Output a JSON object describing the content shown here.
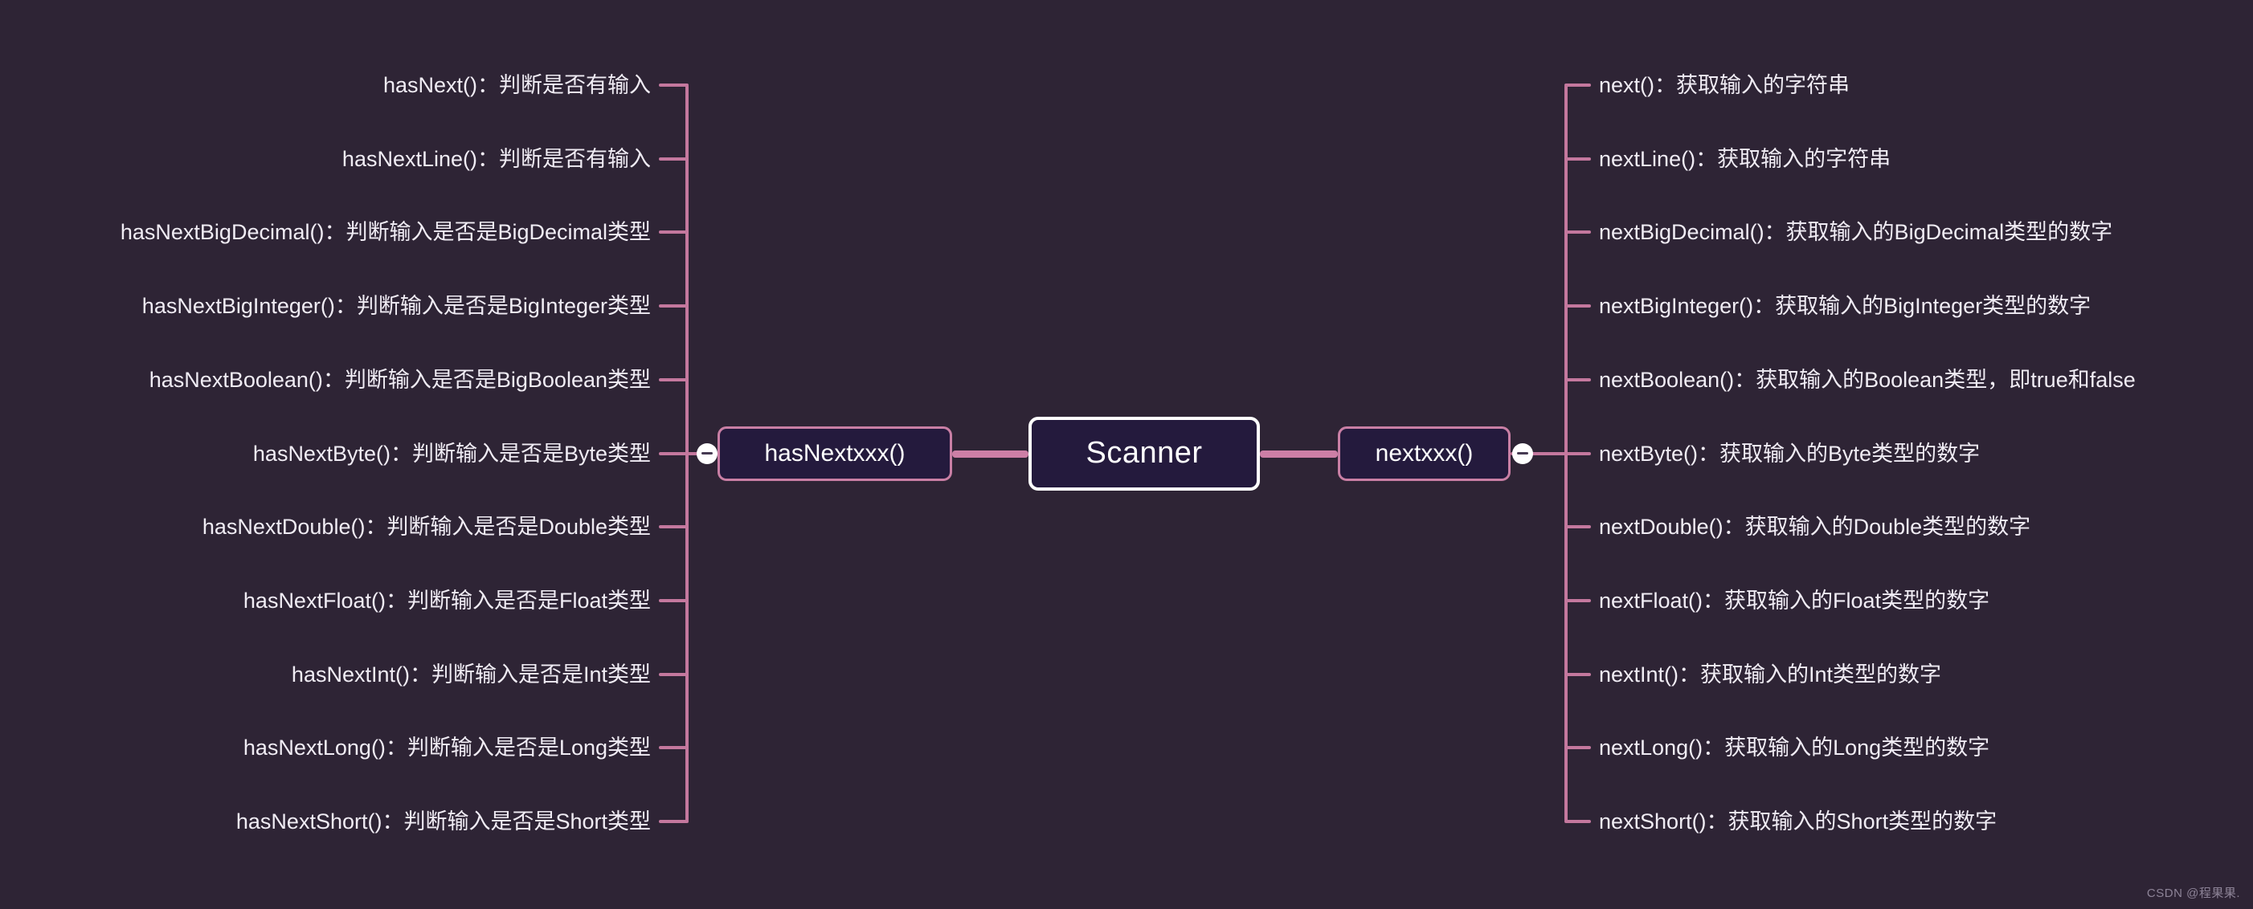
{
  "canvas": {
    "background": "#2e2435",
    "connector_color": "#c4789e",
    "node_fill": "#241a3d",
    "root_border": "#ffffff",
    "branch_border": "#c97fa5",
    "text_color": "#f2eef5"
  },
  "root": {
    "label": "Scanner"
  },
  "branches": {
    "left": {
      "label": "hasNextxxx()",
      "toggle_icon": "collapse-minus-icon",
      "leaves": [
        {
          "label": "hasNext()：判断是否有输入"
        },
        {
          "label": "hasNextLine()：判断是否有输入"
        },
        {
          "label": "hasNextBigDecimal()：判断输入是否是BigDecimal类型"
        },
        {
          "label": "hasNextBigInteger()：判断输入是否是BigInteger类型"
        },
        {
          "label": "hasNextBoolean()：判断输入是否是BigBoolean类型"
        },
        {
          "label": "hasNextByte()：判断输入是否是Byte类型"
        },
        {
          "label": "hasNextDouble()：判断输入是否是Double类型"
        },
        {
          "label": "hasNextFloat()：判断输入是否是Float类型"
        },
        {
          "label": "hasNextInt()：判断输入是否是Int类型"
        },
        {
          "label": "hasNextLong()：判断输入是否是Long类型"
        },
        {
          "label": "hasNextShort()：判断输入是否是Short类型"
        }
      ]
    },
    "right": {
      "label": "nextxxx()",
      "toggle_icon": "collapse-minus-icon",
      "leaves": [
        {
          "label": "next()：获取输入的字符串"
        },
        {
          "label": "nextLine()：获取输入的字符串"
        },
        {
          "label": "nextBigDecimal()：获取输入的BigDecimal类型的数字"
        },
        {
          "label": "nextBigInteger()：获取输入的BigInteger类型的数字"
        },
        {
          "label": "nextBoolean()：获取输入的Boolean类型，即true和false"
        },
        {
          "label": "nextByte()：获取输入的Byte类型的数字"
        },
        {
          "label": "nextDouble()：获取输入的Double类型的数字"
        },
        {
          "label": "nextFloat()：获取输入的Float类型的数字"
        },
        {
          "label": "nextInt()：获取输入的Int类型的数字"
        },
        {
          "label": "nextLong()：获取输入的Long类型的数字"
        },
        {
          "label": "nextShort()：获取输入的Short类型的数字"
        }
      ]
    }
  },
  "watermark": {
    "text": "CSDN @程果果."
  }
}
